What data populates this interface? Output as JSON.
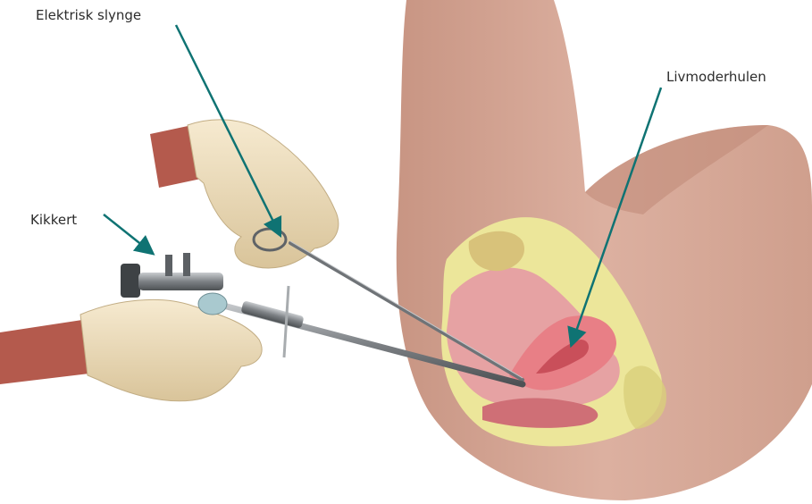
{
  "labels": {
    "electric_snare": "Elektrisk slynge",
    "uterine_cavity": "Livmoderhulen",
    "scope": "Kikkert"
  },
  "colors": {
    "leader": "#0f7373",
    "skin": "#d9a893",
    "skin_shadow": "#c08976",
    "fat": "#ece69a",
    "tissue_pink": "#e6a2a3",
    "uterus": "#e87f86",
    "glove": "#f0dfba",
    "sleeve": "#b45a4d",
    "metal": "#8a8d90"
  }
}
